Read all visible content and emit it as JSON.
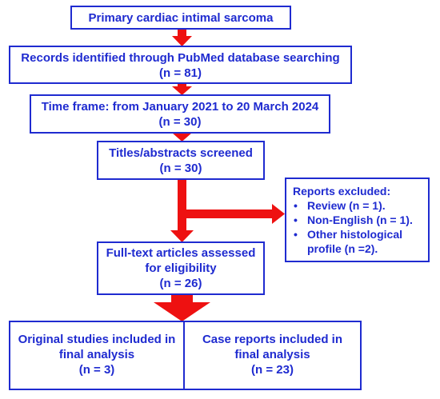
{
  "flowchart": {
    "colors": {
      "border": "#1f2bd0",
      "text": "#1f2bd0",
      "arrow": "#ee1111",
      "background": "#ffffff"
    },
    "topic": {
      "line1": "Primary cardiac intimal sarcoma"
    },
    "identification": {
      "line1": "Records identified through PubMed database searching",
      "line2": "(n = 81)"
    },
    "time_frame": {
      "line1": "Time frame: from January 2021 to 20 March 2024",
      "line2": "(n = 30)"
    },
    "screening": {
      "line1": "Titles/abstracts screened",
      "line2": "(n = 30)"
    },
    "excluded": {
      "heading": "Reports excluded:",
      "bullet": "•",
      "items": [
        {
          "line1": "Review (n = 1).",
          "line2": ""
        },
        {
          "line1": "Non-English (n = 1).",
          "line2": ""
        },
        {
          "line1": "Other histological",
          "line2": "profile (n =2)."
        }
      ]
    },
    "eligibility": {
      "line1": "Full-text articles assessed",
      "line2": "for eligibility",
      "line3": "(n = 26)"
    },
    "included_original": {
      "line1": "Original studies included in",
      "line2": "final analysis",
      "line3": "(n = 3)"
    },
    "included_case": {
      "line1": "Case reports included in",
      "line2": "final analysis",
      "line3": "(n = 23)"
    }
  }
}
